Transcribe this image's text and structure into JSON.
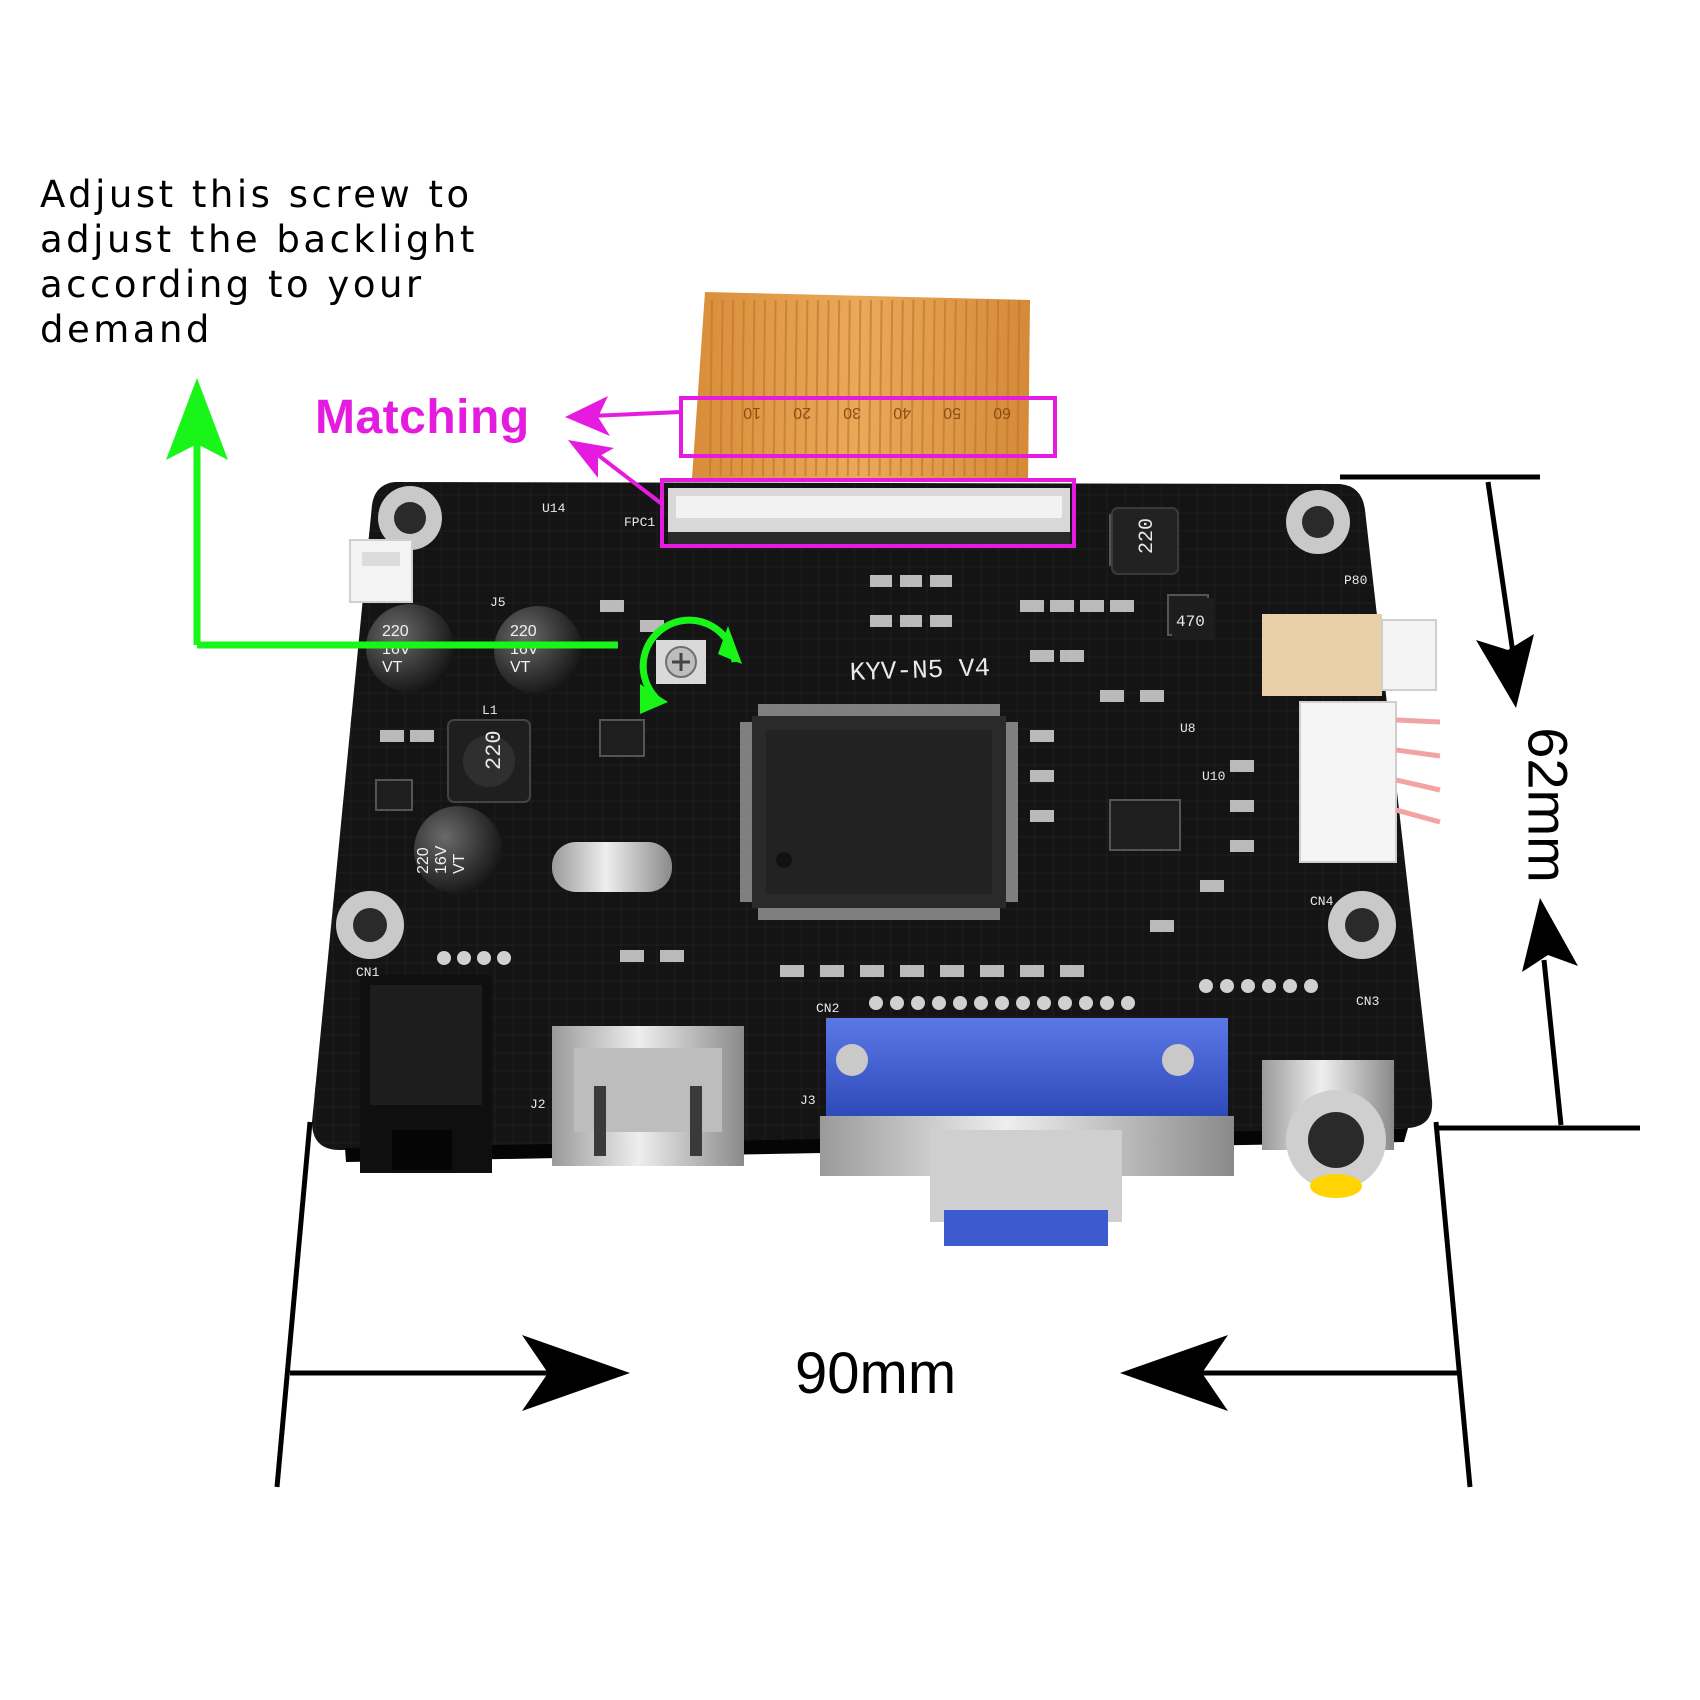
{
  "annotations": {
    "instruction_lines": [
      "Adjust this screw to",
      "adjust the backlight",
      "according to your",
      "demand"
    ],
    "matching_label": "Matching",
    "width_dimension": "90mm",
    "height_dimension": "62mm"
  },
  "board": {
    "model_marking": "KYV-N5 V4",
    "fpc_scale_marks": [
      "10",
      "20",
      "30",
      "40",
      "50",
      "60"
    ],
    "capacitor_marking": [
      "220",
      "16V",
      "VT"
    ],
    "inductor_marking": "220",
    "small_inductor_marking": "470",
    "connector_labels": [
      "FPC1",
      "CN4",
      "CN3",
      "CN2",
      "CN1",
      "J2",
      "J3",
      "J5",
      "U14",
      "L1",
      "U8",
      "U10",
      "P80"
    ]
  },
  "colors": {
    "annotation_magenta": "#e51be0",
    "annotation_green": "#19f519",
    "pcb_black": "#141414",
    "fpc_amber": "#e3a050",
    "vga_blue": "#3d5bd1"
  }
}
